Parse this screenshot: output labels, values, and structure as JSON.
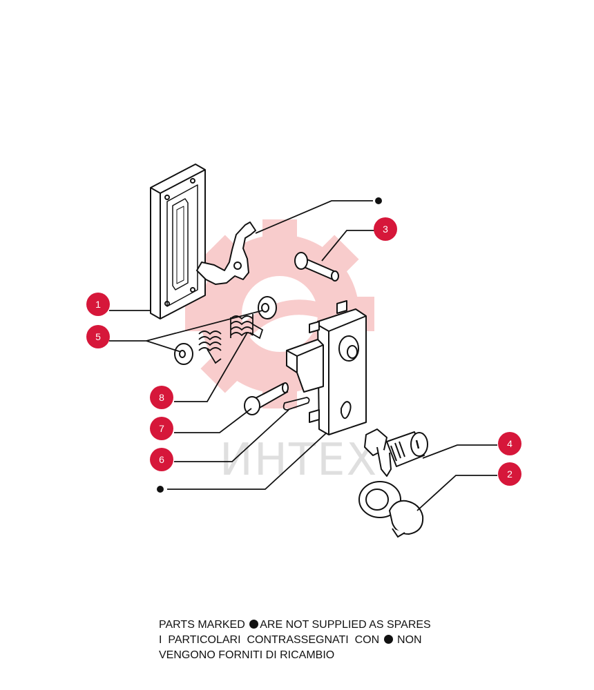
{
  "watermark": {
    "text": "ИНТЕХ",
    "color": "#f4a3a3"
  },
  "callouts": [
    {
      "id": "1",
      "label": "1"
    },
    {
      "id": "2",
      "label": "2"
    },
    {
      "id": "3",
      "label": "3"
    },
    {
      "id": "4",
      "label": "4"
    },
    {
      "id": "5",
      "label": "5"
    },
    {
      "id": "6",
      "label": "6"
    },
    {
      "id": "7",
      "label": "7"
    },
    {
      "id": "8",
      "label": "8"
    }
  ],
  "callout_color": "#d6173a",
  "note": {
    "line1_before": "PARTS MARKED ",
    "line1_after": "ARE NOT SUPPLIED AS SPARES",
    "line2_before": "I  PARTICOLARI  CONTRASSEGNATI  CON ",
    "line2_after": " NON",
    "line3": "VENGONO FORNITI DI RICAMBIO"
  }
}
